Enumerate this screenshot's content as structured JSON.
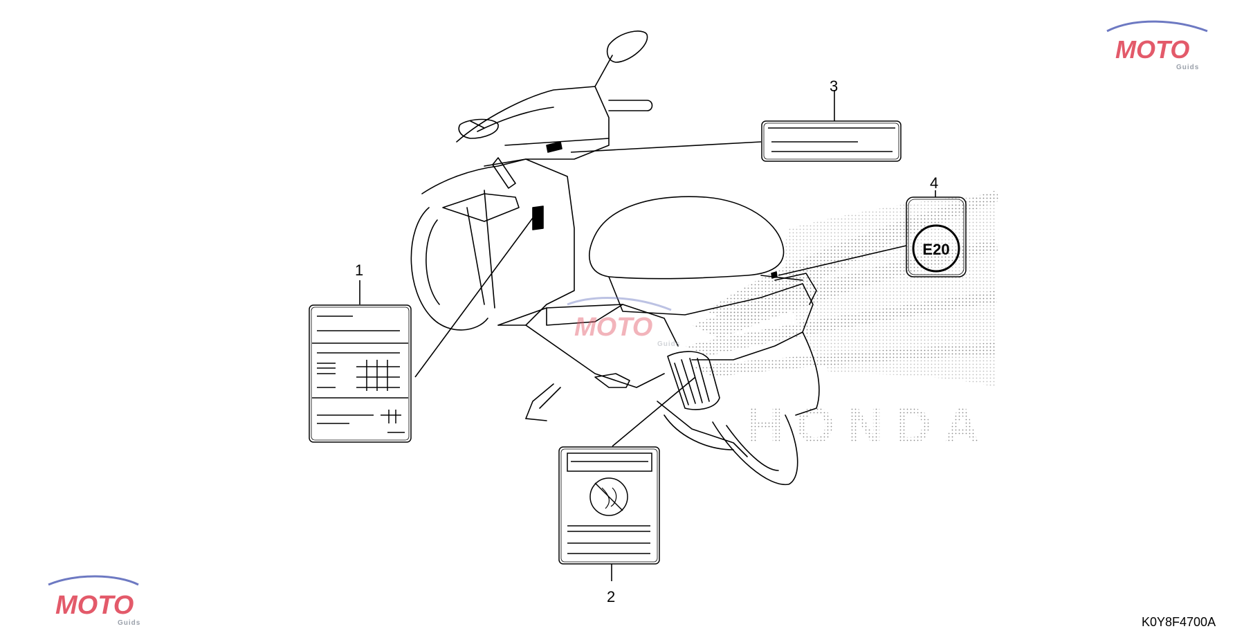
{
  "diagram_code": "K0Y8F4700A",
  "callouts": [
    {
      "number": "1"
    },
    {
      "number": "2"
    },
    {
      "number": "3"
    },
    {
      "number": "4"
    }
  ],
  "e20_badge_text": "E20",
  "watermark": {
    "text": "MOTO",
    "sub": "Guids"
  },
  "background_logo_text": "HONDA",
  "colors": {
    "line": "#000000",
    "watermark_red": "#e35a6a",
    "watermark_blue": "#6d79c2",
    "watermark_gray": "#9aa0aa"
  }
}
